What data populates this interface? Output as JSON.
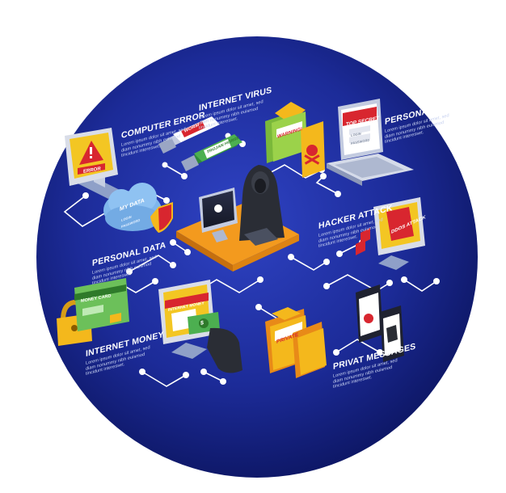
{
  "colors": {
    "background": "#ffffff",
    "globe_center": "#2f43c4",
    "globe_edge": "#0c1560",
    "connector": "#ffffff",
    "alert_red": "#d8262f",
    "warning_yellow": "#f4b81c",
    "desk_orange": "#f39a1e",
    "money_green": "#4caf50"
  },
  "sections": {
    "computer_error": {
      "title": "COMPUTER ERROR",
      "body": "Lorem ipsum dolor sit amet, sed diam nonummy nibh euismod tincidunt interesset."
    },
    "internet_virus": {
      "title": "INTERNET VIRUS",
      "body": "Lorem ipsum dolor sit amet, sed diam nonummy nibh euismod tincidunt interesset."
    },
    "personal_info": {
      "title": "PERSONAL INFO",
      "body": "Lorem ipsum dolor sit amet, sed diam nonummy nibh euismod tincidunt interesset."
    },
    "hacker_attack": {
      "title": "HACKER ATTACK",
      "body": "Lorem ipsum dolor sit amet, sed diam nonummy nibh euismod tincidunt interesset."
    },
    "personal_data": {
      "title": "PERSONAL DATA",
      "body": "Lorem ipsum dolor sit amet, sed diam nonummy nibh euismod tincidunt interesset."
    },
    "internet_money": {
      "title": "INTERNET MONEY",
      "body": "Lorem ipsum dolor sit amet, sed diam nonummy nibh euismod tincidunt interesset."
    },
    "privat_messages": {
      "title": "PRIVAT MESSAGES",
      "body": "Lorem ipsum dolor sit amet, sed diam nonummy nibh euismod tincidunt interesset."
    }
  },
  "icons": {
    "error_monitor": {
      "label": "ERROR",
      "icon": "warning-triangle-icon"
    },
    "usb_worm": {
      "label": "WORM"
    },
    "usb_trojan": {
      "label": "TROJAN HORSE"
    },
    "warning_folder": {
      "label": "WARNING!"
    },
    "laptop": {
      "banner": "TOP SECRET",
      "login": "LOGIN",
      "password": "PASSWORD"
    },
    "cloud": {
      "title": "MY DATA",
      "login": "LOGIN",
      "password": "PASSWORD"
    },
    "ddos_monitor": {
      "label": "DDOS ATTACK"
    },
    "money_card": {
      "label": "MONEY CARD"
    },
    "banking_monitor": {
      "label": "INTERNET MONEY"
    },
    "private_folder": {
      "label": "PRIVATE"
    },
    "dollar_bill": {
      "label": "$"
    }
  }
}
